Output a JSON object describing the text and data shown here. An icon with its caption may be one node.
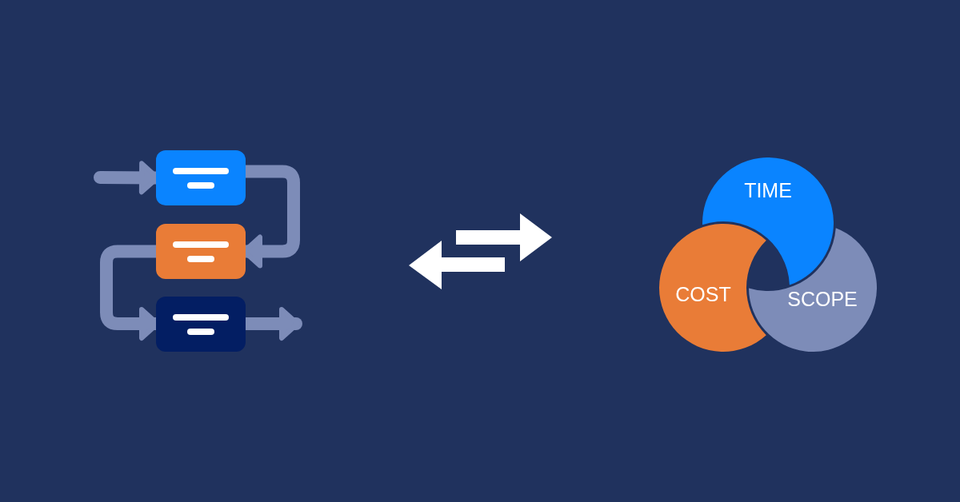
{
  "diagram": {
    "nodes": [
      {
        "text": [],
        "shape": "box"
      },
      {
        "text": [],
        "shape": "box"
      },
      {
        "text": [],
        "shape": "box"
      },
      {
        "text": [
          "TIME"
        ]
      },
      {
        "text": [
          "COST"
        ]
      },
      {
        "text": [
          "SCOPE"
        ]
      }
    ],
    "edges": [
      {
        "from": null,
        "to": 0,
        "arrow": "to"
      },
      {
        "from": 0,
        "to": 1,
        "arrow": "to"
      },
      {
        "from": 1,
        "to": 2,
        "arrow": "to"
      },
      {
        "from": 2,
        "to": null,
        "arrow": "to"
      }
    ]
  }
}
